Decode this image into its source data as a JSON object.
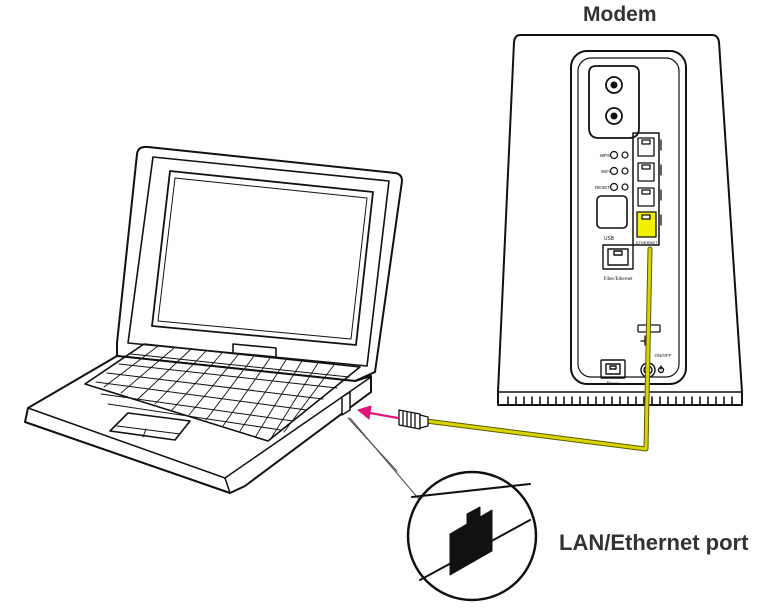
{
  "labels": {
    "modem_title": "Modem",
    "lan_port": "LAN/Ethernet port"
  },
  "modem_panel": {
    "indicator_1": "WPS",
    "indicator_2": "WiFi",
    "indicator_3": "RESET",
    "usb_label": "USB",
    "fiber_label": "Fiber/Ethernet",
    "wan_label": "ETHERNET",
    "power_label": "ON/OFF",
    "phone_label": "Phone"
  },
  "colors": {
    "cable": "#d9d400",
    "cable_outline": "#5b5b00",
    "highlight_port": "#f2ef00",
    "arrow": "#e0157a",
    "line": "#111111",
    "label_text": "#333333"
  },
  "icons": {
    "lan_port_glyph": "ethernet-port-icon",
    "arrow": "pink-arrow-icon"
  }
}
